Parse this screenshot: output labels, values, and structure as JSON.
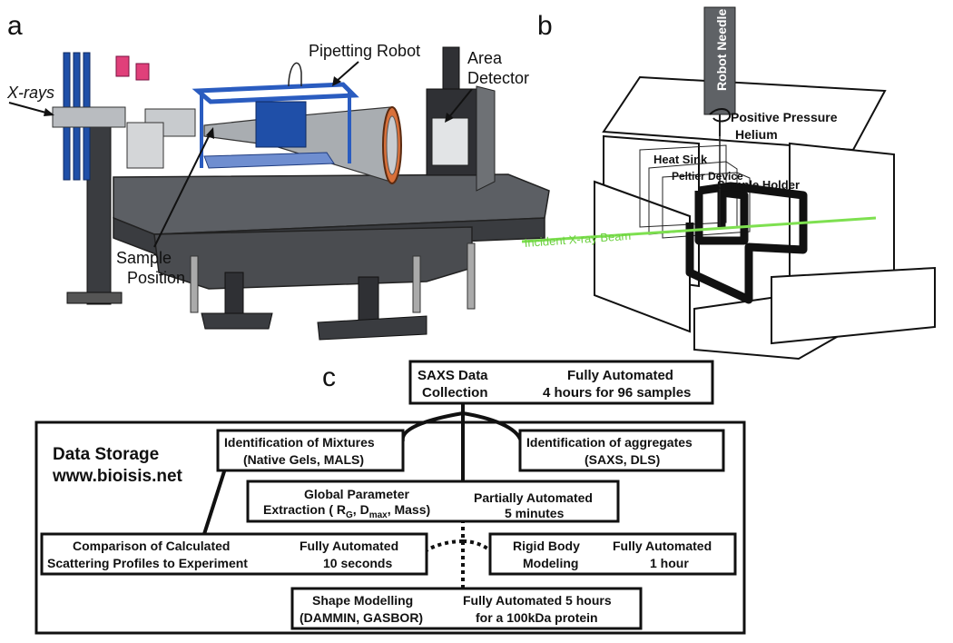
{
  "panels": {
    "a": "a",
    "b": "b",
    "c": "c"
  },
  "panel_a": {
    "xrays": "X-rays",
    "pipetting_robot": "Pipetting Robot",
    "area_detector_1": "Area",
    "area_detector_2": "Detector",
    "sample_position_1": "Sample",
    "sample_position_2": "Position"
  },
  "panel_b": {
    "robot_needle": "Robot Needle",
    "positive_pressure_1": "Positive Pressure",
    "positive_pressure_2": "Helium",
    "heat_sink": "Heat Sink",
    "peltier": "Peltier Device",
    "sample_holder": "Sample Holder",
    "beam": "Incident X-ray Beam",
    "beam_color": "#7ee050"
  },
  "panel_c": {
    "saxs_1": "SAXS Data",
    "saxs_2": "Collection",
    "saxs_auto_1": "Fully Automated",
    "saxs_auto_2": "4 hours for 96 samples",
    "storage_1": "Data Storage",
    "storage_2": "www.bioisis.net",
    "mix_1": "Identification of Mixtures",
    "mix_2": "(Native Gels, MALS)",
    "agg_1": "Identification of aggregates",
    "agg_2": "(SAXS, DLS)",
    "gp_1": "Global Parameter",
    "gp_2a": "Extraction ( R",
    "gp_sub_g": "G",
    "gp_2b": ", D",
    "gp_sub_max": "max",
    "gp_2c": ", Mass)",
    "gp_auto_1": "Partially Automated",
    "gp_auto_2": "5 minutes",
    "cmp_1": "Comparison of Calculated",
    "cmp_2": "Scattering Profiles to Experiment",
    "cmp_auto_1": "Fully Automated",
    "cmp_auto_2": "10 seconds",
    "rb_1": "Rigid Body",
    "rb_2": "Modeling",
    "rb_auto_1": "Fully Automated",
    "rb_auto_2": "1 hour",
    "sm_1": "Shape Modelling",
    "sm_2": "(DAMMIN, GASBOR)",
    "sm_auto_1": "Fully Automated 5 hours",
    "sm_auto_2": "for a 100kDa protein"
  }
}
